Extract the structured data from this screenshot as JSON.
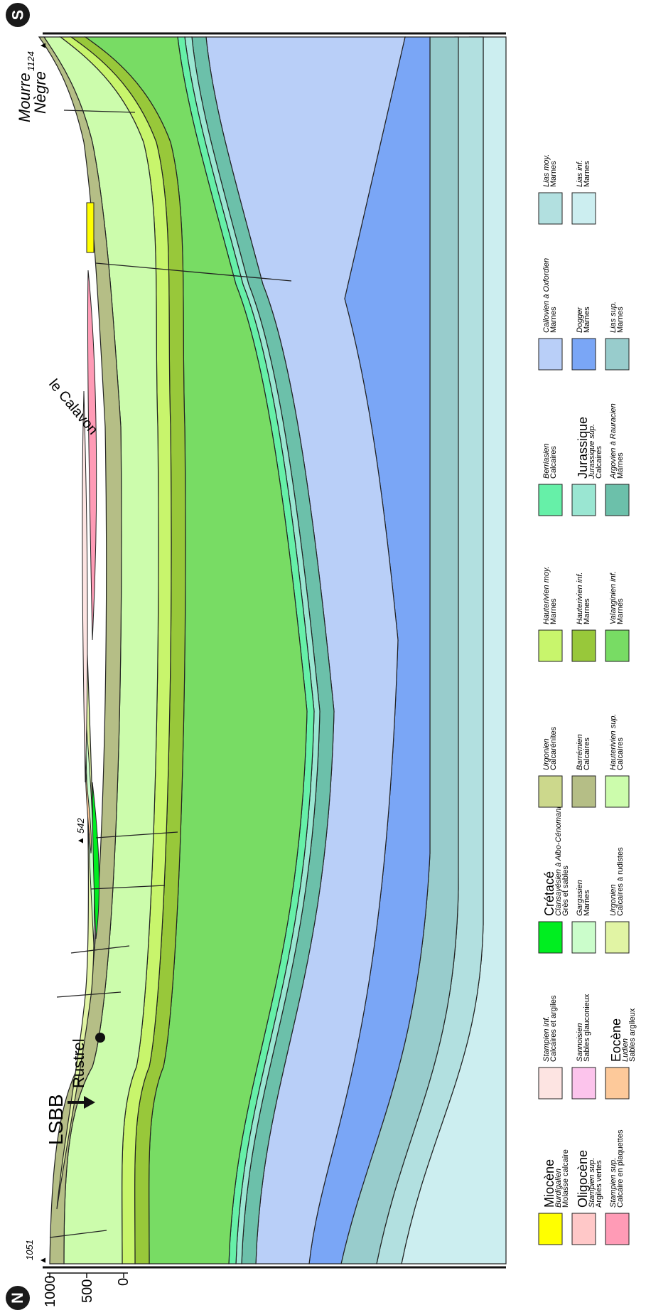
{
  "compass": {
    "north": "N",
    "south": "S"
  },
  "depth_scale": {
    "labels": [
      "1000",
      "500",
      "0"
    ]
  },
  "summits": [
    {
      "name": "1051"
    },
    {
      "name": "542"
    },
    {
      "name": "1124"
    }
  ],
  "places": {
    "mourre_line1": "Mourre",
    "mourre_line2": "Nègre",
    "calavon": "le Calavon",
    "rustrel": "Rustrel",
    "lsbb": "LSBB"
  },
  "legend": [
    {
      "id": "burdigalien",
      "group": "Miocène",
      "stage": "Burdigalien",
      "lithology": "Molasse calcaire",
      "color": "#ffff00"
    },
    {
      "id": "stampien-sup-argiles",
      "group": "Oligocène",
      "stage": "Stampien sup.",
      "lithology": "Argiles vertes",
      "color": "#ffc8c8"
    },
    {
      "id": "stampien-sup-calcaire",
      "group": "",
      "stage": "Stampien sup.",
      "lithology": "Calcaire en plaquettes",
      "color": "#ff9bb6"
    },
    {
      "id": "stampien-inf",
      "group": "",
      "stage": "Stampien inf.",
      "lithology": "Calcaires et argiles",
      "color": "#fde4e2"
    },
    {
      "id": "sannoisien",
      "group": "",
      "stage": "Sannoisien",
      "lithology": "Sables glauconieux",
      "color": "#fcc4ec"
    },
    {
      "id": "ludien",
      "group": "Eocène",
      "stage": "Ludien",
      "lithology": "Sables argileux",
      "color": "#fdc99a"
    },
    {
      "id": "clansayesien",
      "group": "Crétacé",
      "stage": "Clansayésien à Albo-Cénomanien",
      "lithology": "Grès et sables",
      "color": "#00ee20"
    },
    {
      "id": "gargasien",
      "group": "",
      "stage": "Gargasien",
      "lithology": "Marnes",
      "color": "#cbfdcb"
    },
    {
      "id": "urgonien-rudistes",
      "group": "",
      "stage": "Urgonien",
      "lithology": "Calcaires à rudistes",
      "color": "#e1f4a4"
    },
    {
      "id": "urgonien-calcarenites",
      "group": "",
      "stage": "Urgonien",
      "lithology": "Calcarénites",
      "color": "#ccd88c"
    },
    {
      "id": "barremien",
      "group": "",
      "stage": "Barrémien",
      "lithology": "Calcaires",
      "color": "#b5be86"
    },
    {
      "id": "hauterivien-sup",
      "group": "",
      "stage": "Hauterivien sup.",
      "lithology": "Calcaires",
      "color": "#ccfcac"
    },
    {
      "id": "hauterivien-moy",
      "group": "",
      "stage": "Hauterivien moy.",
      "lithology": "Marnes",
      "color": "#c8f56c"
    },
    {
      "id": "hauterivien-inf",
      "group": "",
      "stage": "Hauterivien inf.",
      "lithology": "Marnes",
      "color": "#98c83a"
    },
    {
      "id": "valanginien-inf",
      "group": "",
      "stage": "Valanginien inf.",
      "lithology": "Marnes",
      "color": "#78dc64"
    },
    {
      "id": "berriasien",
      "group": "",
      "stage": "Berriasien",
      "lithology": "Calcaires",
      "color": "#66f0a8"
    },
    {
      "id": "jurassique-sup",
      "group": "Jurassique",
      "stage": "Jurassique sup.",
      "lithology": "Calcaires",
      "color": "#9ae6d2"
    },
    {
      "id": "argovien",
      "group": "",
      "stage": "Argovien à Rauracien",
      "lithology": "Marnes",
      "color": "#6cc0aa"
    },
    {
      "id": "callovien",
      "group": "",
      "stage": "Callovien à Oxfordien",
      "lithology": "Marnes",
      "color": "#b9cff8"
    },
    {
      "id": "dogger",
      "group": "",
      "stage": "Dogger",
      "lithology": "Marnes",
      "color": "#7aa6f6"
    },
    {
      "id": "lias-sup",
      "group": "",
      "stage": "Lias sup.",
      "lithology": "Marnes",
      "color": "#98cccc"
    },
    {
      "id": "lias-moy",
      "group": "",
      "stage": "Lias moy.",
      "lithology": "Marnes",
      "color": "#b2e0e0"
    },
    {
      "id": "lias-inf",
      "group": "",
      "stage": "Lias inf.",
      "lithology": "Marnes",
      "color": "#cceef0"
    }
  ]
}
